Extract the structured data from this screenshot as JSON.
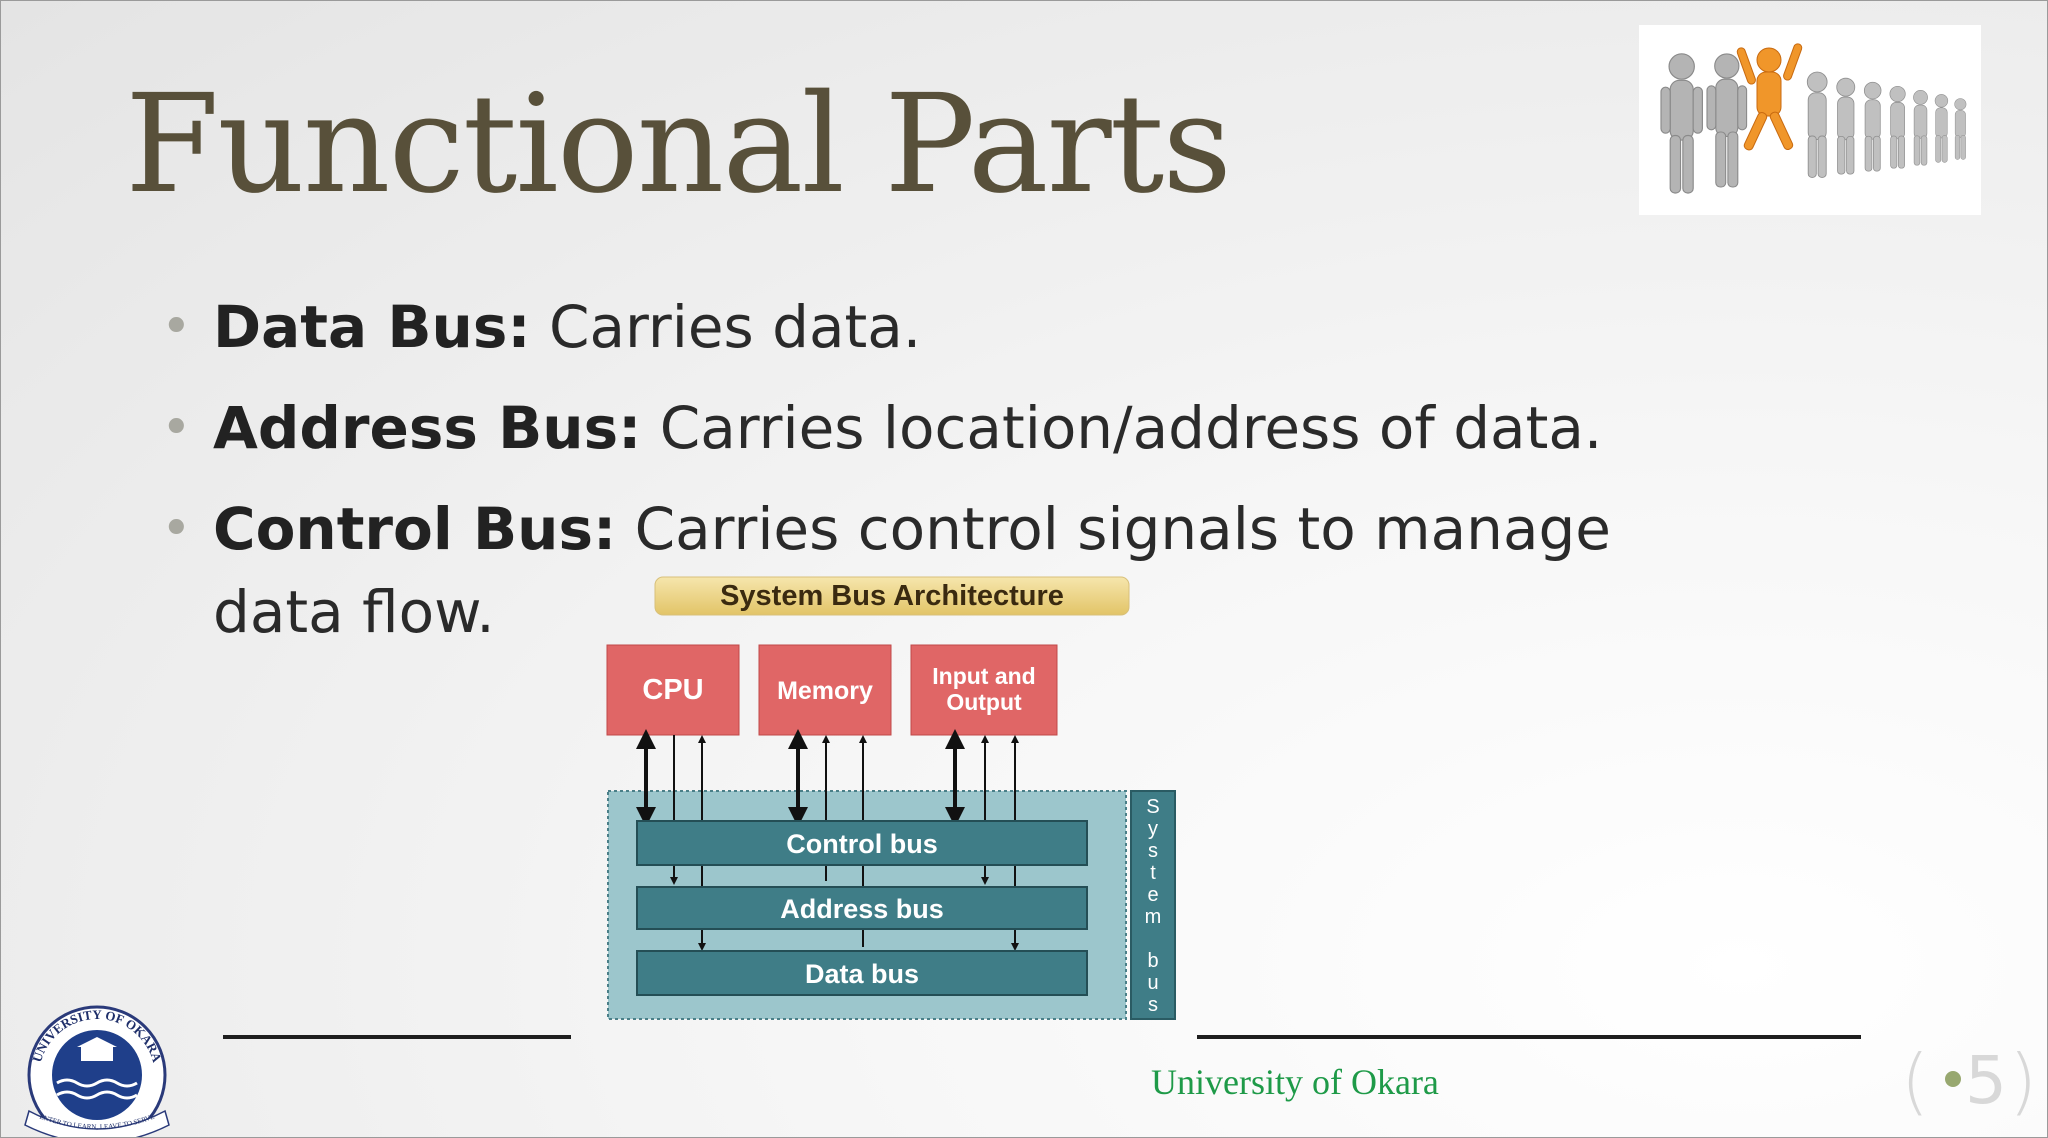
{
  "slide": {
    "title": "Functional Parts",
    "bullets": [
      {
        "term": "Data Bus:",
        "text": " Carries data."
      },
      {
        "term": "Address Bus:",
        "text": " Carries location/address of data."
      },
      {
        "term": "Control Bus:",
        "text": " Carries control signals to manage data flow."
      }
    ],
    "diagram": {
      "title": "System Bus Architecture",
      "components": [
        "CPU",
        "Memory",
        "Input and",
        "Output"
      ],
      "buses": [
        "Control bus",
        "Address bus",
        "Data bus"
      ],
      "system_bus_label": [
        "S",
        "y",
        "s",
        "t",
        "e",
        "m",
        "b",
        "u",
        "s"
      ]
    },
    "footer": "University of Okara",
    "page_number": "5",
    "logo": {
      "top_text": "UNIVERSITY OF OKARA",
      "motto": "ENTER TO LEARN, LEAVE TO SERVE"
    },
    "colors": {
      "title": "#58503a",
      "component_fill": "#e06666",
      "bus_fill": "#3f7d87",
      "system_bus_area": "#9cc6cc",
      "diagram_title_fill": "#eed68a",
      "footer": "#1e9a48"
    }
  }
}
